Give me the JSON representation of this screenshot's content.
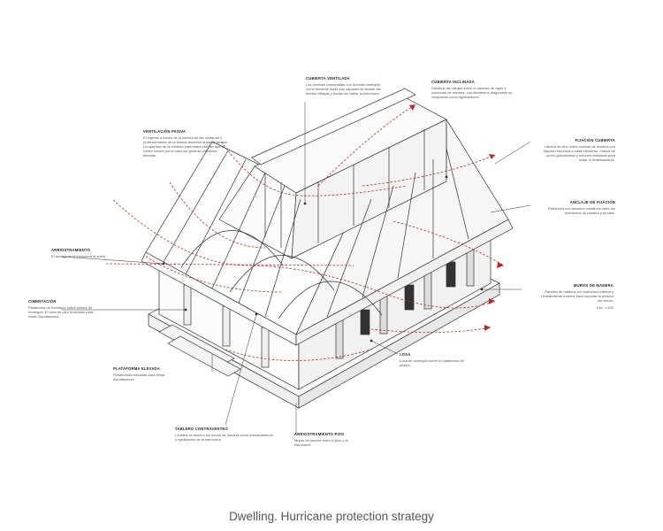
{
  "colors": {
    "line": "#333333",
    "accent": "#b52a2a",
    "caption": "#555555"
  },
  "caption": "Dwelling. Hurricane protection strategy",
  "annotations": {
    "a1": {
      "head": "Ventilación pasiva",
      "body": "El ingreso a través de la celosía de las ventanas y posteriormente de la lámina favorece la salida de aire. La apertura de la cubierta intermedia permite que el viento circule por la casa sin generar presiones directas."
    },
    "a2": {
      "head": "Cubierta ventilada",
      "body": "Las cerchas combinadas con la malla ventilada como eficiente fluida son capaces de resistir las fuertes ráfagas y lluvias sin dañar la estructura."
    },
    "a3": {
      "head": "Cubierta inclinada",
      "body": "Distribuir las cargas sobre el sistema de vigas y columnas de madera. Los elementos diagonales se comportan como rigidizadores."
    },
    "a4": {
      "head": "Fijación cubierta",
      "body": "Lámina de zinc sobre correas de madera con fijación reforzada a cada elemento. Clavos de acero galvanizado y uniones metálicas para evitar el levantamiento."
    },
    "a5": {
      "head": "Anclaje de fijación",
      "body": "Refuerzos con amarres metálicos entre los elementos de madera y la base."
    },
    "a6": {
      "head": "Arriostramiento",
      "body": "El anclaje de la estructura al suelo."
    },
    "a7": {
      "head": "Cimentación",
      "body": "Plataforma de hormigón sobre pilotes de hormigón. El nivel de piso levantado para evitar inundaciones."
    },
    "a8": {
      "head": "Plataforma elevada",
      "body": "Plataformas elevadas para evitar inundaciones."
    },
    "a9": {
      "head": "Muros de madera",
      "body": "Paneles de madera con estructura interna y revestimiento exterior para soportar la presión del viento."
    },
    "a10": {
      "head": "Losa",
      "body": "Losa de hormigón sobre la plataforma de pilotes."
    },
    "a11": {
      "head": "Tablero contraventeo",
      "body": "La tabla se ancla a los muros de madera como arriostramiento y rigidización de la estructura."
    },
    "a12": {
      "head": "Arriostramiento piso",
      "body": "Muros de amarre entre el piso y la estructura."
    }
  },
  "scale_note": "Esc. 1:100"
}
